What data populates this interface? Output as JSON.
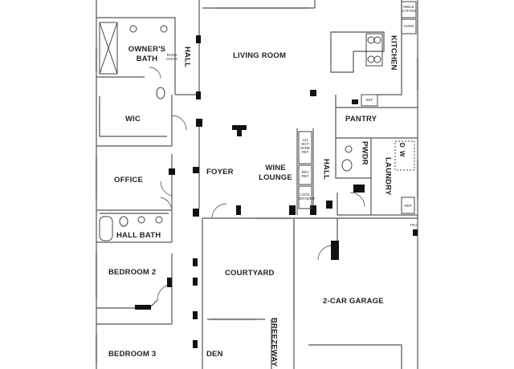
{
  "rooms": {
    "owners_bath": "OWNER'S BATH",
    "barn_door": "BARN DOOR",
    "hall_upper": "HALL",
    "living_room": "LIVING ROOM",
    "kitchen": "KITCHEN",
    "miele_coffee": "MIELE COFFEE",
    "oven": "OVEN",
    "ref_kitchen": "REF",
    "wic": "WIC",
    "pantry": "PANTRY",
    "wine_ref_121": "121 BOT WINE REF",
    "bev_ref": "BEV REF",
    "cool_drawer": "COOL DRAWER",
    "wine_lounge": "WINE LOUNGE",
    "hall_mid": "HALL",
    "pwdr": "PWDR",
    "dw": "D W",
    "laundry": "LAUNDRY",
    "ref_laundry": "REF",
    "office": "OFFICE",
    "foyer": "FOYER",
    "hall_bath": "HALL BATH",
    "bedroom_2": "BEDROOM 2",
    "courtyard": "COURTYARD",
    "garage": "2-CAR GARAGE",
    "breezeway": "BREEZEWAY",
    "bedroom_3": "BEDROOM 3",
    "den": "DEN",
    "garage_marker": "FEA"
  }
}
